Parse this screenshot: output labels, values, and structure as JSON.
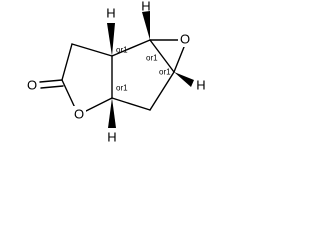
{
  "molecule": {
    "atoms": {
      "carbonyl_oxygen": "O",
      "ring_oxygen": "O",
      "epoxide_oxygen": "O",
      "hydrogen_top_left": "H",
      "hydrogen_top_right": "H",
      "hydrogen_right": "H",
      "hydrogen_bottom": "H"
    },
    "stereo_labels": {
      "c1": "or1",
      "c2": "or1",
      "c3": "or1",
      "c4": "or1"
    }
  }
}
